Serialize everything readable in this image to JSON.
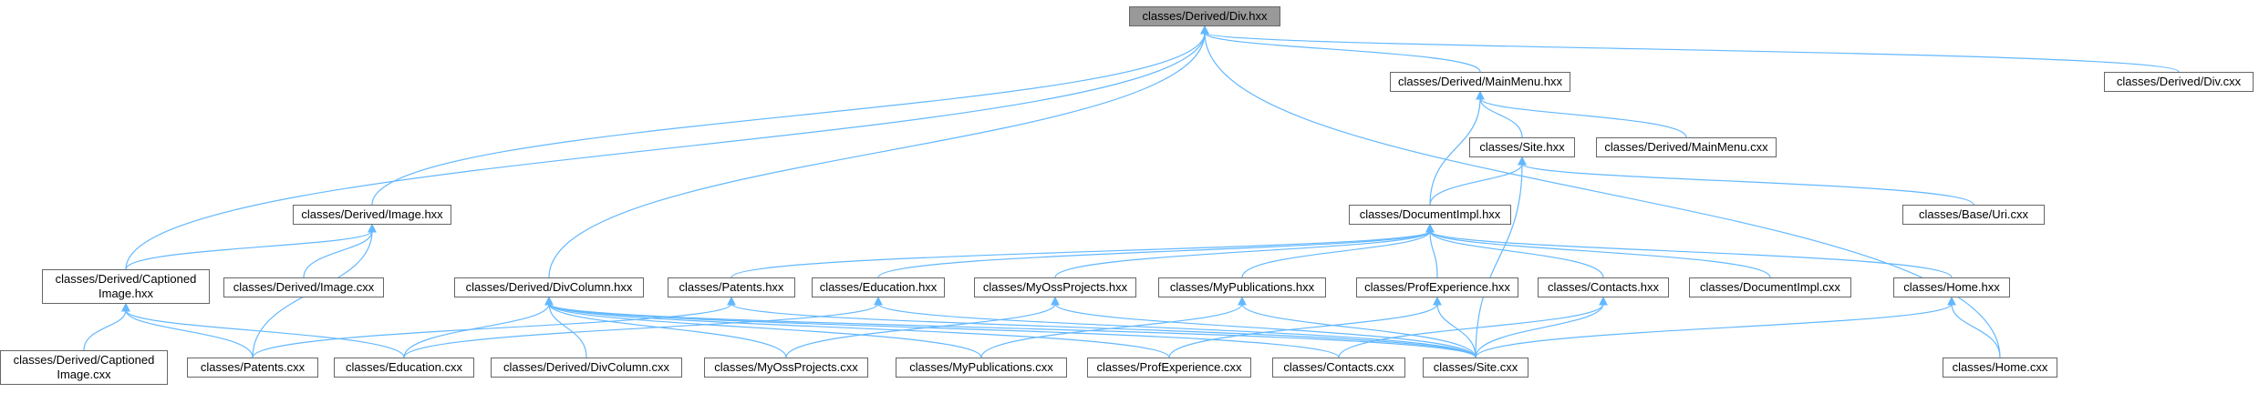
{
  "nodes": {
    "div_hxx": "classes/Derived/Div.hxx",
    "mainmenu_hxx": "classes/Derived/MainMenu.hxx",
    "div_cxx": "classes/Derived/Div.cxx",
    "site_hxx": "classes/Site.hxx",
    "mainmenu_cxx": "classes/Derived/MainMenu.cxx",
    "image_hxx": "classes/Derived/Image.hxx",
    "documentimpl_hxx": "classes/DocumentImpl.hxx",
    "uri_cxx": "classes/Base/Uri.cxx",
    "captioned_hxx": "classes/Derived/Captioned\nImage.hxx",
    "image_cxx": "classes/Derived/Image.cxx",
    "divcolumn_hxx": "classes/Derived/DivColumn.hxx",
    "patents_hxx": "classes/Patents.hxx",
    "education_hxx": "classes/Education.hxx",
    "myossprojects_hxx": "classes/MyOssProjects.hxx",
    "mypublications_hxx": "classes/MyPublications.hxx",
    "profexperience_hxx": "classes/ProfExperience.hxx",
    "contacts_hxx": "classes/Contacts.hxx",
    "documentimpl_cxx": "classes/DocumentImpl.cxx",
    "home_hxx": "classes/Home.hxx",
    "captioned_cxx": "classes/Derived/Captioned\nImage.cxx",
    "patents_cxx": "classes/Patents.cxx",
    "education_cxx": "classes/Education.cxx",
    "divcolumn_cxx": "classes/Derived/DivColumn.cxx",
    "myossprojects_cxx": "classes/MyOssProjects.cxx",
    "mypublications_cxx": "classes/MyPublications.cxx",
    "profexperience_cxx": "classes/ProfExperience.cxx",
    "contacts_cxx": "classes/Contacts.cxx",
    "site_cxx": "classes/Site.cxx",
    "home_cxx": "classes/Home.cxx"
  },
  "root": "div_hxx",
  "edges": [
    [
      "mainmenu_hxx",
      "div_hxx"
    ],
    [
      "div_cxx",
      "div_hxx"
    ],
    [
      "image_hxx",
      "div_hxx"
    ],
    [
      "captioned_hxx",
      "div_hxx"
    ],
    [
      "divcolumn_hxx",
      "div_hxx"
    ],
    [
      "home_cxx",
      "div_hxx"
    ],
    [
      "site_hxx",
      "mainmenu_hxx"
    ],
    [
      "mainmenu_cxx",
      "mainmenu_hxx"
    ],
    [
      "documentimpl_hxx",
      "mainmenu_hxx"
    ],
    [
      "documentimpl_hxx",
      "site_hxx"
    ],
    [
      "uri_cxx",
      "site_hxx"
    ],
    [
      "site_cxx",
      "site_hxx"
    ],
    [
      "captioned_hxx",
      "image_hxx"
    ],
    [
      "image_cxx",
      "image_hxx"
    ],
    [
      "patents_cxx",
      "image_hxx"
    ],
    [
      "captioned_cxx",
      "captioned_hxx"
    ],
    [
      "patents_cxx",
      "captioned_hxx"
    ],
    [
      "education_cxx",
      "captioned_hxx"
    ],
    [
      "patents_hxx",
      "documentimpl_hxx"
    ],
    [
      "education_hxx",
      "documentimpl_hxx"
    ],
    [
      "myossprojects_hxx",
      "documentimpl_hxx"
    ],
    [
      "mypublications_hxx",
      "documentimpl_hxx"
    ],
    [
      "profexperience_hxx",
      "documentimpl_hxx"
    ],
    [
      "contacts_hxx",
      "documentimpl_hxx"
    ],
    [
      "documentimpl_cxx",
      "documentimpl_hxx"
    ],
    [
      "home_hxx",
      "documentimpl_hxx"
    ],
    [
      "education_cxx",
      "divcolumn_hxx"
    ],
    [
      "divcolumn_cxx",
      "divcolumn_hxx"
    ],
    [
      "myossprojects_cxx",
      "divcolumn_hxx"
    ],
    [
      "mypublications_cxx",
      "divcolumn_hxx"
    ],
    [
      "profexperience_cxx",
      "divcolumn_hxx"
    ],
    [
      "contacts_cxx",
      "divcolumn_hxx"
    ],
    [
      "site_cxx",
      "divcolumn_hxx"
    ],
    [
      "patents_cxx",
      "patents_hxx"
    ],
    [
      "site_cxx",
      "patents_hxx"
    ],
    [
      "education_cxx",
      "education_hxx"
    ],
    [
      "site_cxx",
      "education_hxx"
    ],
    [
      "myossprojects_cxx",
      "myossprojects_hxx"
    ],
    [
      "site_cxx",
      "myossprojects_hxx"
    ],
    [
      "mypublications_cxx",
      "mypublications_hxx"
    ],
    [
      "site_cxx",
      "mypublications_hxx"
    ],
    [
      "profexperience_cxx",
      "profexperience_hxx"
    ],
    [
      "site_cxx",
      "profexperience_hxx"
    ],
    [
      "contacts_cxx",
      "contacts_hxx"
    ],
    [
      "site_cxx",
      "contacts_hxx"
    ],
    [
      "site_cxx",
      "home_hxx"
    ],
    [
      "home_cxx",
      "home_hxx"
    ]
  ],
  "colors": {
    "root_fill": "#999999",
    "node_border": "#666666",
    "edge": "#63b8ff"
  }
}
